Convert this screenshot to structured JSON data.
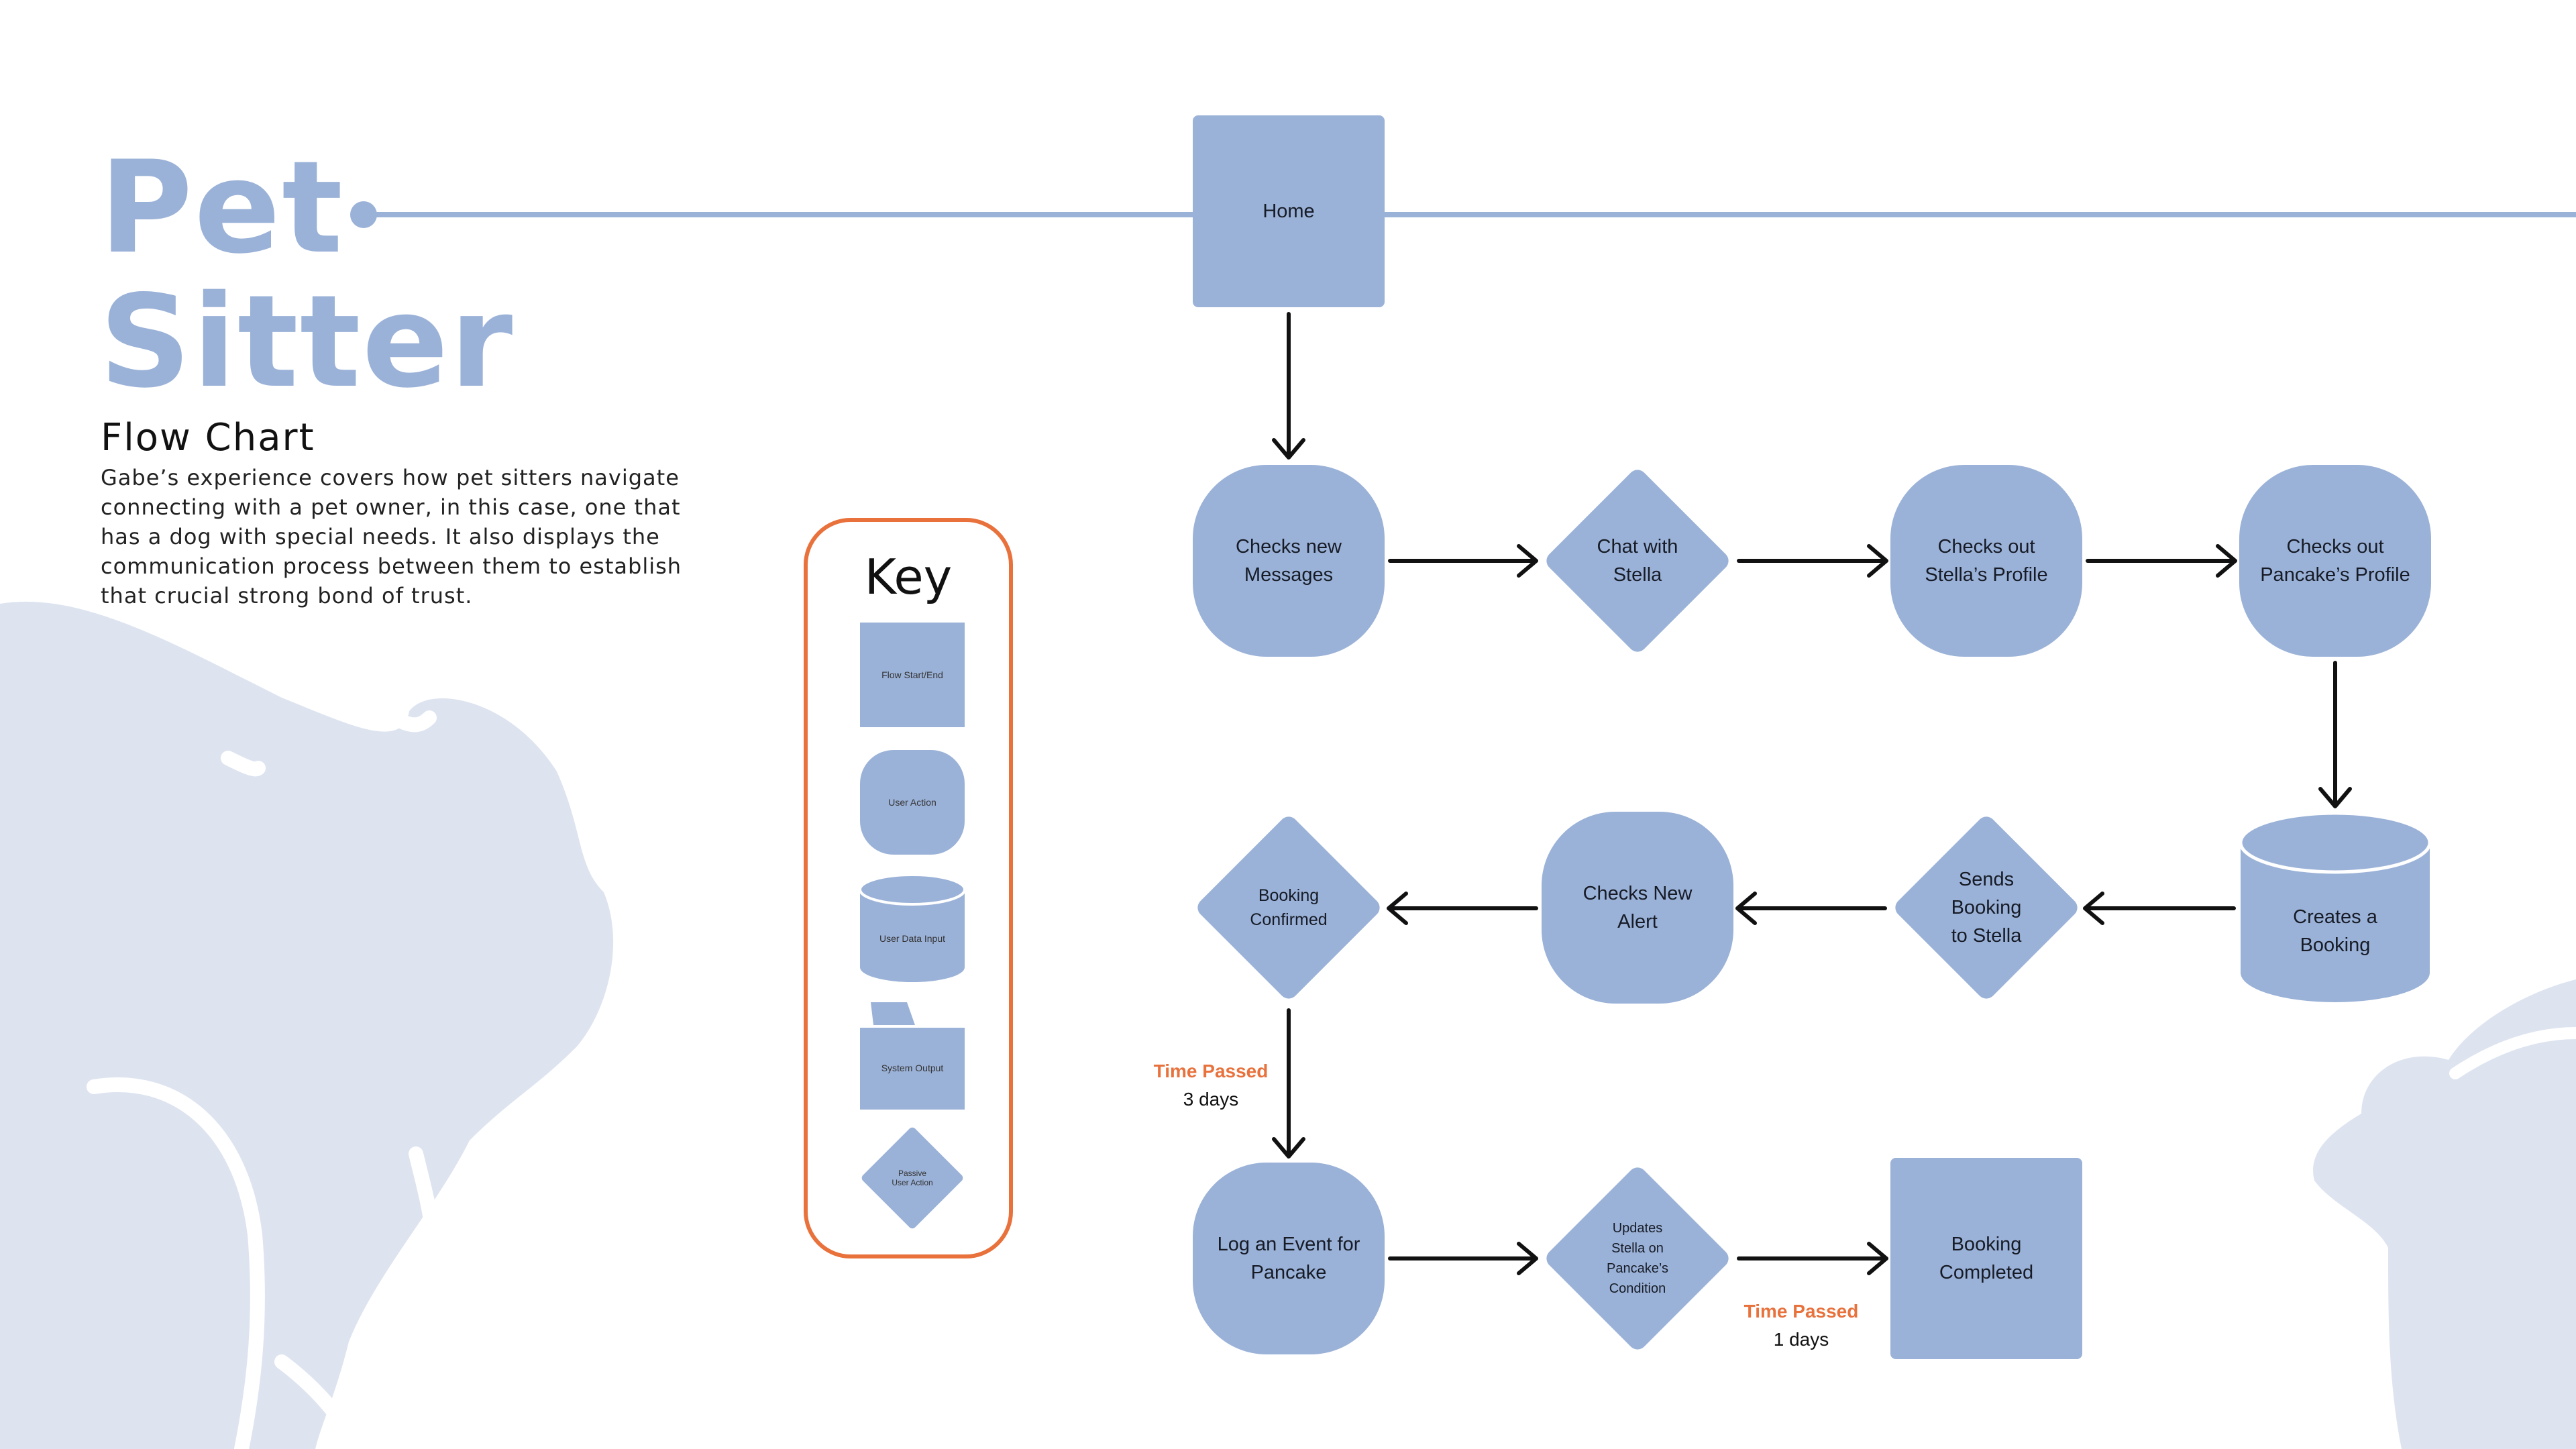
{
  "page": {
    "title_line1": "Pet",
    "title_line2": "Sitter",
    "subtitle": "Flow Chart",
    "description": "Gabe’s experience covers how pet sitters navigate connecting with a pet owner, in this case, one that has a dog with special needs. It also displays the communication process between them to establish that crucial strong bond of trust."
  },
  "colors": {
    "node": "#9bb2d8",
    "accent": "#e8713c",
    "background_art": "#dde4f0"
  },
  "key": {
    "title": "Key",
    "items": [
      {
        "shape": "rectangle",
        "label": "Flow Start/End"
      },
      {
        "shape": "rounded",
        "label": "User Action"
      },
      {
        "shape": "cylinder",
        "label": "User Data Input"
      },
      {
        "shape": "folder",
        "label": "System Output"
      },
      {
        "shape": "diamond",
        "label": "Passive User Action"
      }
    ]
  },
  "flow": {
    "nodes": {
      "home": "Home",
      "checks_new_messages": "Checks new\nMessages",
      "chat_with_stella": "Chat with\nStella",
      "checks_stella_profile": "Checks out\nStella’s Profile",
      "checks_pancake_profile": "Checks out\nPancake’s Profile",
      "creates_booking": "Creates a\nBooking",
      "sends_booking": "Sends\nBooking\nto Stella",
      "checks_new_alert": "Checks New\nAlert",
      "booking_confirmed": "Booking\nConfirmed",
      "log_event": "Log an Event for\nPancake",
      "updates_stella": "Updates\nStella on\nPancake’s\nCondition",
      "booking_completed": "Booking\nCompleted"
    },
    "notes": {
      "time1_label": "Time Passed",
      "time1_value": "3 days",
      "time2_label": "Time Passed",
      "time2_value": "1 days"
    }
  }
}
